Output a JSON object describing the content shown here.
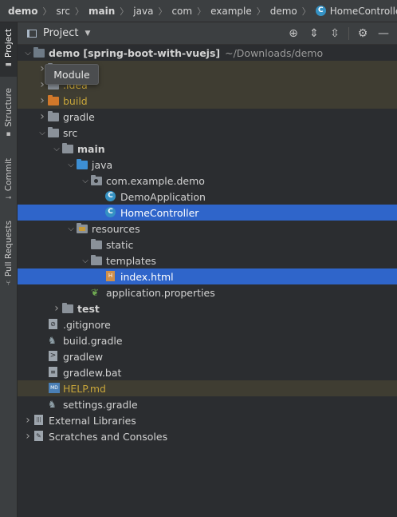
{
  "breadcrumb": [
    {
      "label": "demo",
      "bold": true
    },
    {
      "label": "src",
      "bold": false
    },
    {
      "label": "main",
      "bold": true
    },
    {
      "label": "java",
      "bold": false
    },
    {
      "label": "com",
      "bold": false
    },
    {
      "label": "example",
      "bold": false
    },
    {
      "label": "demo",
      "bold": false
    },
    {
      "label": "HomeController",
      "bold": false,
      "icon": "class-icon"
    }
  ],
  "left_strip": {
    "project": "Project",
    "structure": "Structure",
    "commit": "Commit",
    "pull_requests": "Pull Requests"
  },
  "header": {
    "title": "Project"
  },
  "tooltip": {
    "text": "Module"
  },
  "tree": [
    {
      "label": "demo [spring-boot-with-vuejs]",
      "suffix": "~/Downloads/demo",
      "depth": 0,
      "arrow": "down",
      "icon": "module-folder",
      "bold": true
    },
    {
      "label": "",
      "depth": 1,
      "arrow": "right",
      "icon": "folder-grey"
    },
    {
      "label": ".idea",
      "depth": 1,
      "arrow": "right",
      "icon": "folder-grey",
      "orange": true
    },
    {
      "label": "build",
      "depth": 1,
      "arrow": "right",
      "icon": "folder-orange",
      "orange": true
    },
    {
      "label": "gradle",
      "depth": 1,
      "arrow": "right",
      "icon": "folder-grey"
    },
    {
      "label": "src",
      "depth": 1,
      "arrow": "down",
      "icon": "folder-grey"
    },
    {
      "label": "main",
      "depth": 2,
      "arrow": "down",
      "icon": "folder-grey",
      "bold": true
    },
    {
      "label": "java",
      "depth": 3,
      "arrow": "down",
      "icon": "folder-blue"
    },
    {
      "label": "com.example.demo",
      "depth": 4,
      "arrow": "down",
      "icon": "folder-package"
    },
    {
      "label": "DemoApplication",
      "depth": 5,
      "arrow": "",
      "icon": "class-icon"
    },
    {
      "label": "HomeController",
      "depth": 5,
      "arrow": "",
      "icon": "class-icon",
      "selected": true
    },
    {
      "label": "resources",
      "depth": 3,
      "arrow": "down",
      "icon": "folder-resources"
    },
    {
      "label": "static",
      "depth": 4,
      "arrow": "",
      "icon": "folder-grey"
    },
    {
      "label": "templates",
      "depth": 4,
      "arrow": "down",
      "icon": "folder-grey"
    },
    {
      "label": "index.html",
      "depth": 5,
      "arrow": "",
      "icon": "html-icon",
      "selected": true
    },
    {
      "label": "application.properties",
      "depth": 4,
      "arrow": "",
      "icon": "leaf-icon"
    },
    {
      "label": "test",
      "depth": 2,
      "arrow": "right",
      "icon": "folder-grey",
      "bold": true
    },
    {
      "label": ".gitignore",
      "depth": 1,
      "arrow": "",
      "icon": "gitignore-icon"
    },
    {
      "label": "build.gradle",
      "depth": 1,
      "arrow": "",
      "icon": "gradle-icon"
    },
    {
      "label": "gradlew",
      "depth": 1,
      "arrow": "",
      "icon": "terminal-icon"
    },
    {
      "label": "gradlew.bat",
      "depth": 1,
      "arrow": "",
      "icon": "file-icon"
    },
    {
      "label": "HELP.md",
      "depth": 1,
      "arrow": "",
      "icon": "md-icon",
      "orange": true
    },
    {
      "label": "settings.gradle",
      "depth": 1,
      "arrow": "",
      "icon": "gradle-icon"
    },
    {
      "label": "External Libraries",
      "depth": 0,
      "arrow": "right",
      "icon": "library-icon"
    },
    {
      "label": "Scratches and Consoles",
      "depth": 0,
      "arrow": "right",
      "icon": "scratches-icon"
    }
  ],
  "colors": {
    "selection": "#2f65ca",
    "accent": "#3592c4"
  }
}
